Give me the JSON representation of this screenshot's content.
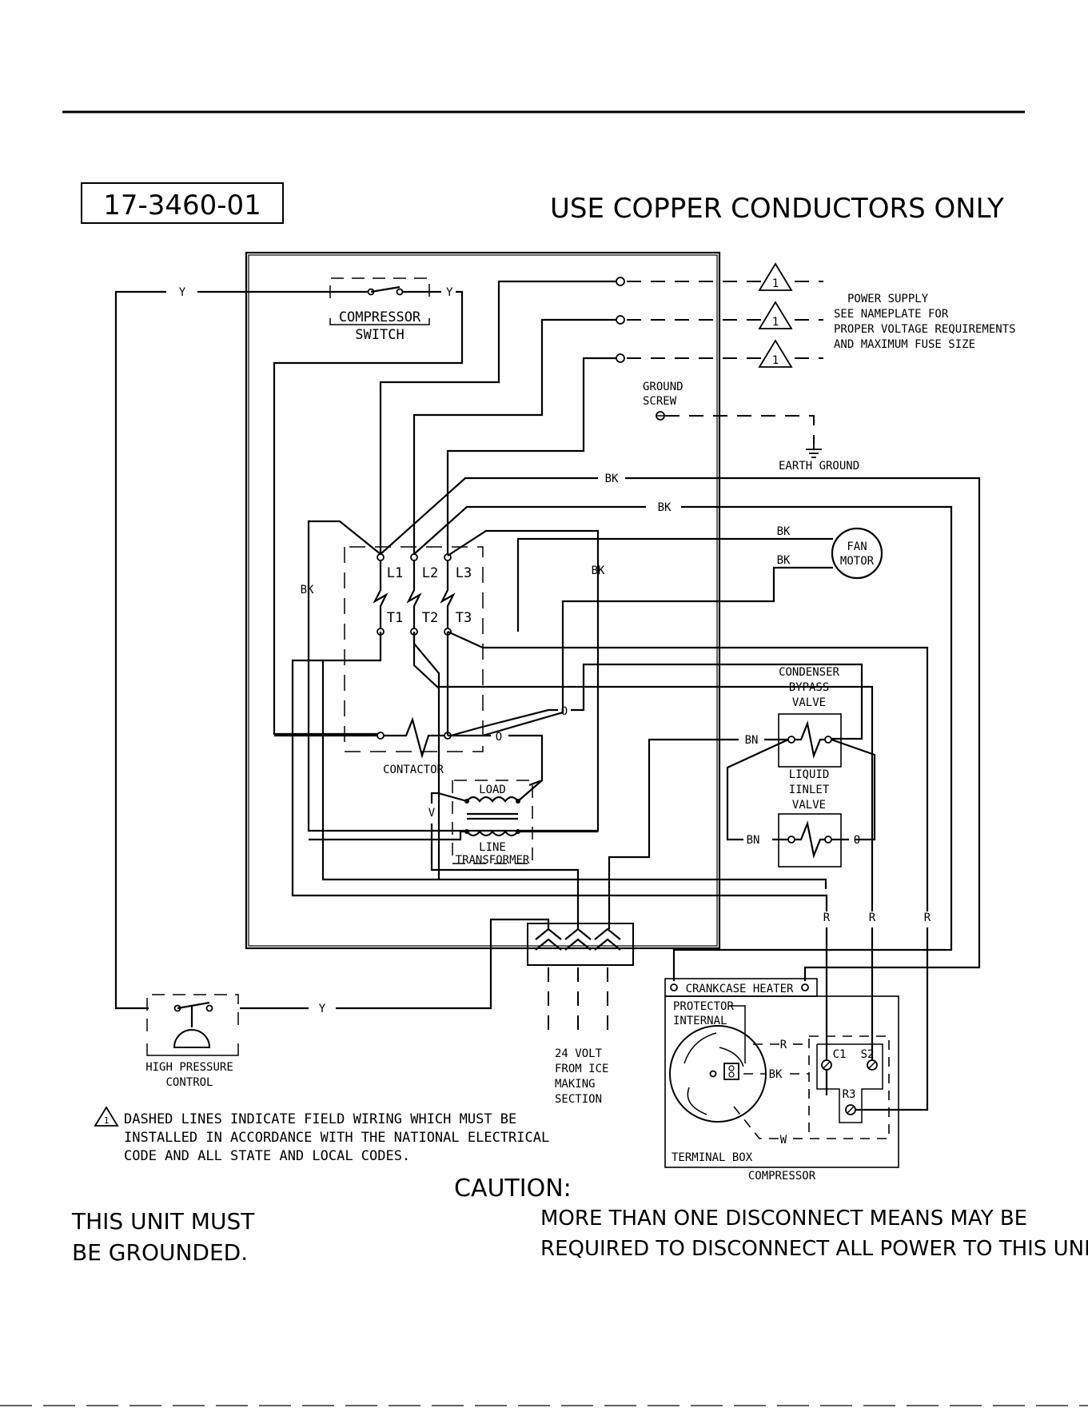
{
  "part_number": "17-3460-01",
  "header_note": "USE COPPER CONDUCTORS ONLY",
  "power_supply": {
    "title": "POWER SUPPLY",
    "line1": "SEE NAMEPLATE FOR",
    "line2": "PROPER VOLTAGE REQUIREMENTS",
    "line3": "AND MAXIMUM FUSE SIZE",
    "triangle_mark": "1"
  },
  "ground_screw": {
    "line1": "GROUND",
    "line2": "SCREW"
  },
  "earth_ground": "EARTH GROUND",
  "compressor_switch": {
    "line1": "COMPRESSOR",
    "line2": "SWITCH"
  },
  "contactor": {
    "label": "CONTACTOR",
    "l1": "L1",
    "l2": "L2",
    "l3": "L3",
    "t1": "T1",
    "t2": "T2",
    "t3": "T3"
  },
  "fan_motor": {
    "line1": "FAN",
    "line2": "MOTOR"
  },
  "condenser_bypass_valve": {
    "line1": "CONDENSER",
    "line2": "BYPASS",
    "line3": "VALVE"
  },
  "liquid_inlet_valve": {
    "line1": "LIQUID",
    "line2": "IINLET",
    "line3": "VALVE"
  },
  "transformer": {
    "load": "LOAD",
    "line1": "LINE",
    "line2": "TRANSFORMER"
  },
  "wire_colors": {
    "y": "Y",
    "bk": "BK",
    "o": "O",
    "bn": "BN",
    "v": "V",
    "r": "R",
    "w": "W"
  },
  "crankcase_heater": "CRANKCASE HEATER",
  "protector": {
    "line1": "PROTECTOR",
    "line2": "INTERNAL"
  },
  "compressor_terminals": {
    "c1": "C1",
    "s2": "S2",
    "r3": "R3"
  },
  "terminal_box": "TERMINAL BOX",
  "compressor": "COMPRESSOR",
  "high_pressure_control": {
    "line1": "HIGH PRESSURE",
    "line2": "CONTROL"
  },
  "volt_24": {
    "line1": "24 VOLT",
    "line2": "FROM ICE",
    "line3": "MAKING",
    "line4": "SECTION"
  },
  "field_wiring_note": {
    "mark": "1",
    "line1": "DASHED LINES INDICATE FIELD WIRING WHICH MUST BE",
    "line2": "INSTALLED IN ACCORDANCE WITH THE NATIONAL ELECTRICAL",
    "line3": "CODE AND ALL STATE AND LOCAL CODES."
  },
  "ground_warning": {
    "line1": "THIS UNIT MUST",
    "line2": "BE GROUNDED."
  },
  "caution": {
    "title": "CAUTION:",
    "line1": "MORE THAN ONE DISCONNECT MEANS MAY BE",
    "line2": "REQUIRED TO DISCONNECT ALL POWER TO THIS UNIT."
  }
}
